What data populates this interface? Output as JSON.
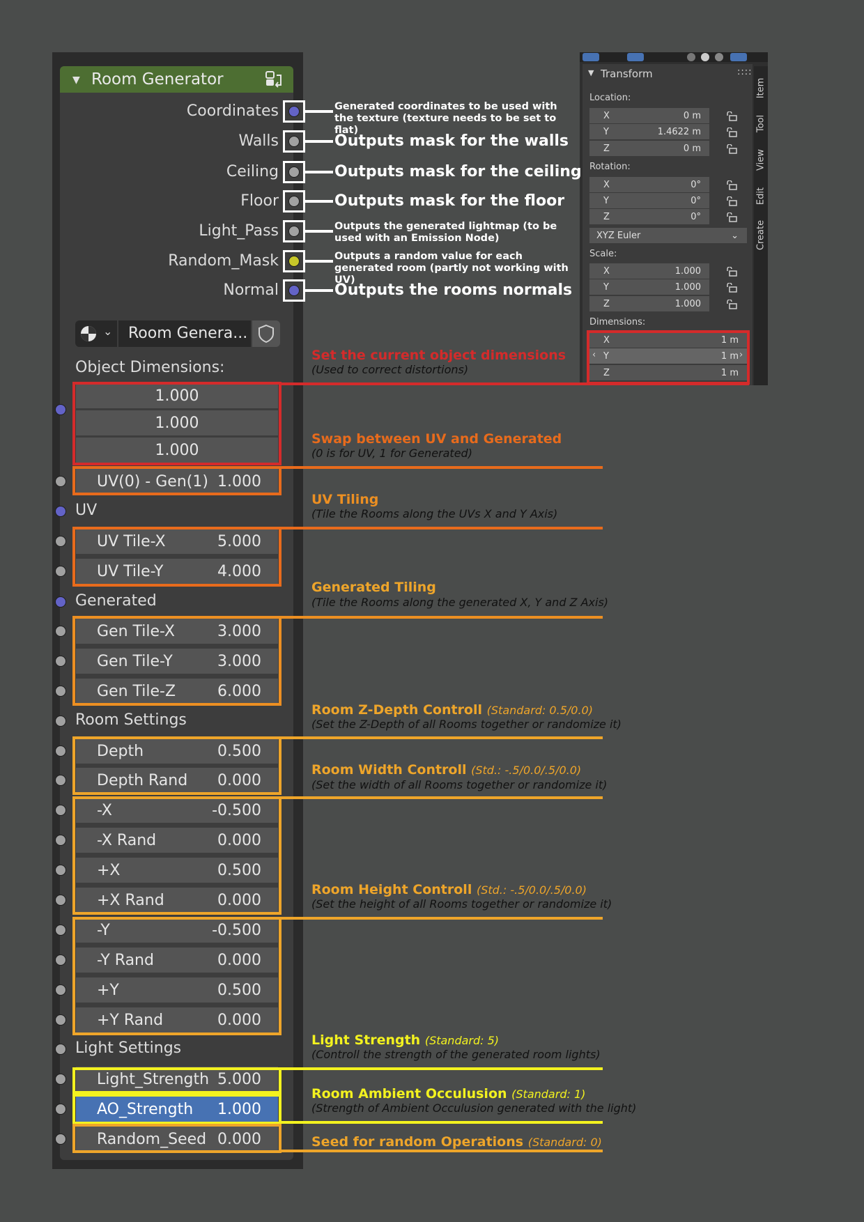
{
  "node": {
    "title": "Room Generator",
    "outputs": [
      {
        "label": "Coordinates",
        "socket": "blue",
        "note": "Generated coordinates to be used with the texture (texture needs to be set to flat)",
        "note_small": true
      },
      {
        "label": "Walls",
        "socket": "grey",
        "note": "Outputs mask for the walls",
        "note_small": false
      },
      {
        "label": "Ceiling",
        "socket": "grey",
        "note": "Outputs mask for the ceiling",
        "note_small": false
      },
      {
        "label": "Floor",
        "socket": "grey",
        "note": "Outputs mask for the floor",
        "note_small": false
      },
      {
        "label": "Light_Pass",
        "socket": "grey",
        "note": "Outputs the generated lightmap (to be used with an Emission Node)",
        "note_small": true
      },
      {
        "label": "Random_Mask",
        "socket": "yellow",
        "note": "Outputs a random value for each generated room (partly not working with UV)",
        "note_small": true
      },
      {
        "label": "Normal",
        "socket": "blue",
        "note": "Outputs the rooms normals",
        "note_small": false
      }
    ],
    "group_name": "Room Genera...",
    "object_dimensions_label": "Object Dimensions:",
    "object_dimensions": [
      "1.000",
      "1.000",
      "1.000"
    ],
    "uv_gen": {
      "label": "UV(0) - Gen(1)",
      "value": "1.000"
    },
    "uv_label": "UV",
    "uv_tiles": [
      {
        "label": "UV Tile-X",
        "value": "5.000"
      },
      {
        "label": "UV Tile-Y",
        "value": "4.000"
      }
    ],
    "generated_label": "Generated",
    "gen_tiles": [
      {
        "label": "Gen Tile-X",
        "value": "3.000"
      },
      {
        "label": "Gen Tile-Y",
        "value": "3.000"
      },
      {
        "label": "Gen Tile-Z",
        "value": "6.000"
      }
    ],
    "room_settings_label": "Room Settings",
    "depth": [
      {
        "label": "Depth",
        "value": "0.500"
      },
      {
        "label": "Depth Rand",
        "value": "0.000"
      }
    ],
    "width": [
      {
        "label": "-X",
        "value": "-0.500"
      },
      {
        "label": "-X Rand",
        "value": "0.000"
      },
      {
        "label": "+X",
        "value": "0.500"
      },
      {
        "label": "+X Rand",
        "value": "0.000"
      }
    ],
    "height": [
      {
        "label": "-Y",
        "value": "-0.500"
      },
      {
        "label": "-Y Rand",
        "value": "0.000"
      },
      {
        "label": "+Y",
        "value": "0.500"
      },
      {
        "label": "+Y Rand",
        "value": "0.000"
      }
    ],
    "light_settings_label": "Light Settings",
    "light_strength": {
      "label": "Light_Strength",
      "value": "5.000"
    },
    "ao_strength": {
      "label": "AO_Strength",
      "value": "1.000"
    },
    "random_seed": {
      "label": "Random_Seed",
      "value": "0.000"
    }
  },
  "annotations": {
    "dimensions": {
      "title": "Set the current object dimensions",
      "sub": "(Used to correct distortions)"
    },
    "swap": {
      "title": "Swap between UV and Generated",
      "sub": "(0 is for UV, 1 for Generated)"
    },
    "uv_tiling": {
      "title": "UV Tiling",
      "sub": "(Tile the Rooms along the UVs X and Y Axis)"
    },
    "gen_tiling": {
      "title": "Generated Tiling",
      "sub": "(Tile the Rooms along the generated X, Y and Z Axis)"
    },
    "zdepth": {
      "title": "Room Z-Depth Controll",
      "std": "(Standard: 0.5/0.0)",
      "sub": "(Set the Z-Depth of all Rooms together or randomize it)"
    },
    "width": {
      "title": "Room Width Controll",
      "std": "(Std.: -.5/0.0/.5/0.0)",
      "sub": "(Set the width of all Rooms together or randomize it)"
    },
    "height": {
      "title": "Room Height Controll",
      "std": "(Std.: -.5/0.0/.5/0.0)",
      "sub": "(Set the height of all Rooms together or randomize it)"
    },
    "light": {
      "title": "Light Strength",
      "std": "(Standard: 5)",
      "sub": "(Controll the strength of the generated room lights)"
    },
    "ao": {
      "title": "Room Ambient Occulusion",
      "std": "(Standard: 1)",
      "sub": "(Strength of Ambient Occulusion generated with the light)"
    },
    "seed": {
      "title": "Seed for random Operations",
      "std": "(Standard: 0)"
    }
  },
  "transform_panel": {
    "title": "Transform",
    "location_label": "Location:",
    "location": [
      {
        "axis": "X",
        "value": "0 m"
      },
      {
        "axis": "Y",
        "value": "1.4622 m"
      },
      {
        "axis": "Z",
        "value": "0 m"
      }
    ],
    "rotation_label": "Rotation:",
    "rotation": [
      {
        "axis": "X",
        "value": "0°"
      },
      {
        "axis": "Y",
        "value": "0°"
      },
      {
        "axis": "Z",
        "value": "0°"
      }
    ],
    "rotation_mode": "XYZ Euler",
    "scale_label": "Scale:",
    "scale": [
      {
        "axis": "X",
        "value": "1.000"
      },
      {
        "axis": "Y",
        "value": "1.000"
      },
      {
        "axis": "Z",
        "value": "1.000"
      }
    ],
    "dimensions_label": "Dimensions:",
    "dimensions": [
      {
        "axis": "X",
        "value": "1 m"
      },
      {
        "axis": "Y",
        "value": "1 m"
      },
      {
        "axis": "Z",
        "value": "1 m"
      }
    ],
    "tabs": [
      "Item",
      "Tool",
      "View",
      "Edit",
      "Create"
    ]
  },
  "colors": {
    "red": "#d42b2b",
    "orange1": "#e86b1c",
    "orange2": "#ec8f22",
    "orange3": "#eea52a",
    "yellow": "#f3f21f"
  }
}
